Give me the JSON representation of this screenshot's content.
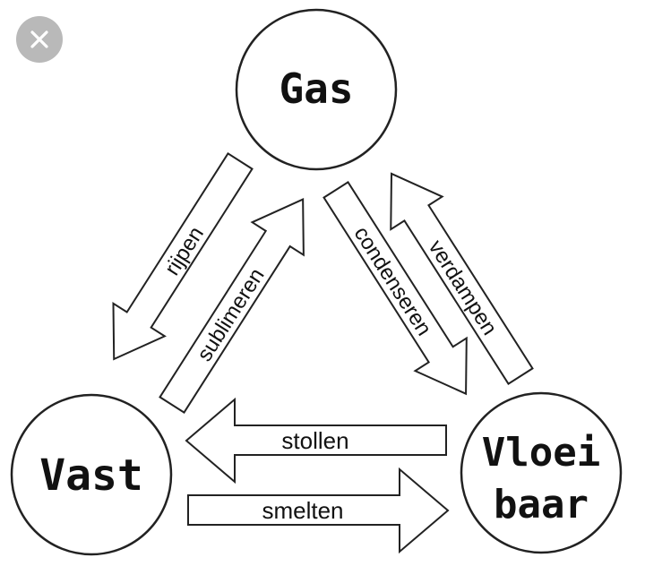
{
  "close_icon": "close-icon",
  "states": {
    "gas": "Gas",
    "vast": "Vast",
    "vloeibaar_line1": "Vloei",
    "vloeibaar_line2": "baar"
  },
  "transitions": {
    "rijpen": "rijpen",
    "sublimeren": "sublimeren",
    "condenseren": "condenseren",
    "verdampen": "verdampen",
    "stollen": "stollen",
    "smelten": "smelten"
  }
}
